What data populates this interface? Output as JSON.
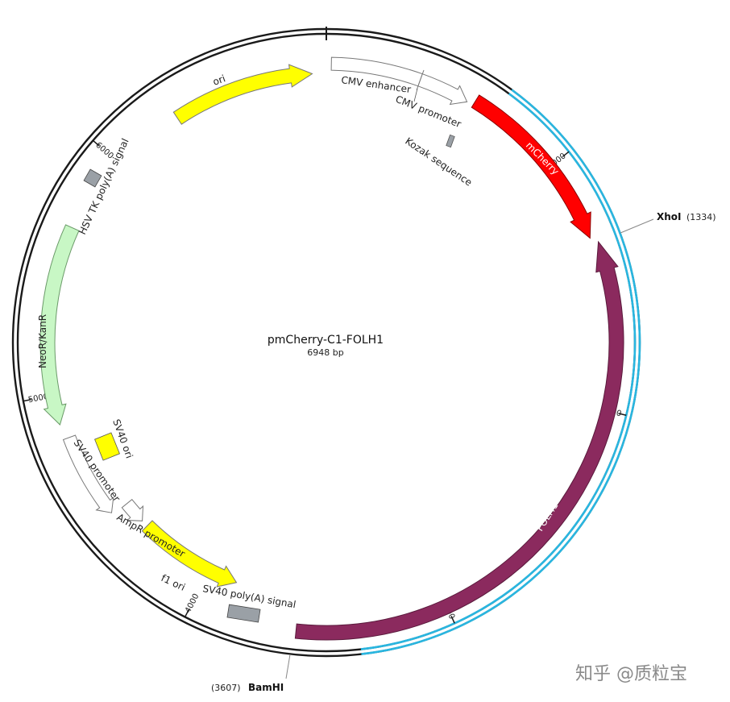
{
  "plasmid": {
    "name": "pmCherry-C1-FOLH1",
    "size_label": "6948 bp",
    "total_bp": 6948
  },
  "colors": {
    "backbone": "#1a1a1a",
    "insert_band": "#29b6e0",
    "ori": "#ffff00",
    "mcherry": "#ff0000",
    "folh1": "#8b2a5e",
    "neor": "#c8f7c5",
    "grey_feature": "#9aa0a6",
    "outline_arrow": "#ffffff"
  },
  "ticks": [
    {
      "bp": 1000,
      "label": "1000"
    },
    {
      "bp": 2000,
      "label": "2000"
    },
    {
      "bp": 3000,
      "label": "3000"
    },
    {
      "bp": 4000,
      "label": "4000"
    },
    {
      "bp": 5000,
      "label": "5000"
    },
    {
      "bp": 6000,
      "label": "6000"
    }
  ],
  "sites": [
    {
      "name": "XhoI",
      "position_label": "(1334)",
      "bp": 1334
    },
    {
      "name": "BamHI",
      "position_label": "(3607)",
      "bp": 3607
    }
  ],
  "features": [
    {
      "id": "cmv-enhancer",
      "label": "CMV enhancer",
      "start": 0,
      "end": 380,
      "style": "outline",
      "arrow": true
    },
    {
      "id": "cmv-promoter",
      "label": "CMV promoter",
      "start": 380,
      "end": 585,
      "style": "outline",
      "arrow": true
    },
    {
      "id": "kozak",
      "label": "Kozak sequence",
      "start": 590,
      "end": 605,
      "style": "grey",
      "arrow": false
    },
    {
      "id": "mcherry",
      "label": "mCherry",
      "start": 612,
      "end": 1320,
      "style": "red",
      "arrow": true
    },
    {
      "id": "folh1",
      "label": "FOLH1",
      "start": 1345,
      "end": 3590,
      "style": "folh1",
      "arrow": true,
      "reverse": true
    },
    {
      "id": "sv40-polya",
      "label": "SV40 poly(A) signal",
      "start": 3700,
      "end": 3820,
      "style": "grey",
      "arrow": false
    },
    {
      "id": "f1-ori",
      "label": "f1 ori",
      "start": 3870,
      "end": 4330,
      "style": "yellow",
      "arrow": true,
      "reverse": true
    },
    {
      "id": "ampr-promoter",
      "label": "AmpR promoter",
      "start": 4360,
      "end": 4460,
      "style": "outline",
      "arrow": true,
      "reverse": true
    },
    {
      "id": "sv40-promoter",
      "label": "SV40 promoter",
      "start": 4470,
      "end": 4820,
      "style": "outline",
      "arrow": true,
      "reverse": true
    },
    {
      "id": "sv40-ori",
      "label": "SV40 ori",
      "start": 4590,
      "end": 4700,
      "style": "yellow",
      "arrow": false
    },
    {
      "id": "neor-kanr",
      "label": "NeoR/KanR",
      "start": 4880,
      "end": 5680,
      "style": "neor",
      "arrow": true,
      "reverse": true
    },
    {
      "id": "hsv-tk-polya",
      "label": "HSV TK poly(A) signal",
      "start": 5900,
      "end": 5960,
      "style": "grey",
      "arrow": false
    },
    {
      "id": "ori",
      "label": "ori",
      "start": 6300,
      "end": 6890,
      "style": "yellow",
      "arrow": true
    }
  ],
  "watermark": "知乎 @质粒宝"
}
